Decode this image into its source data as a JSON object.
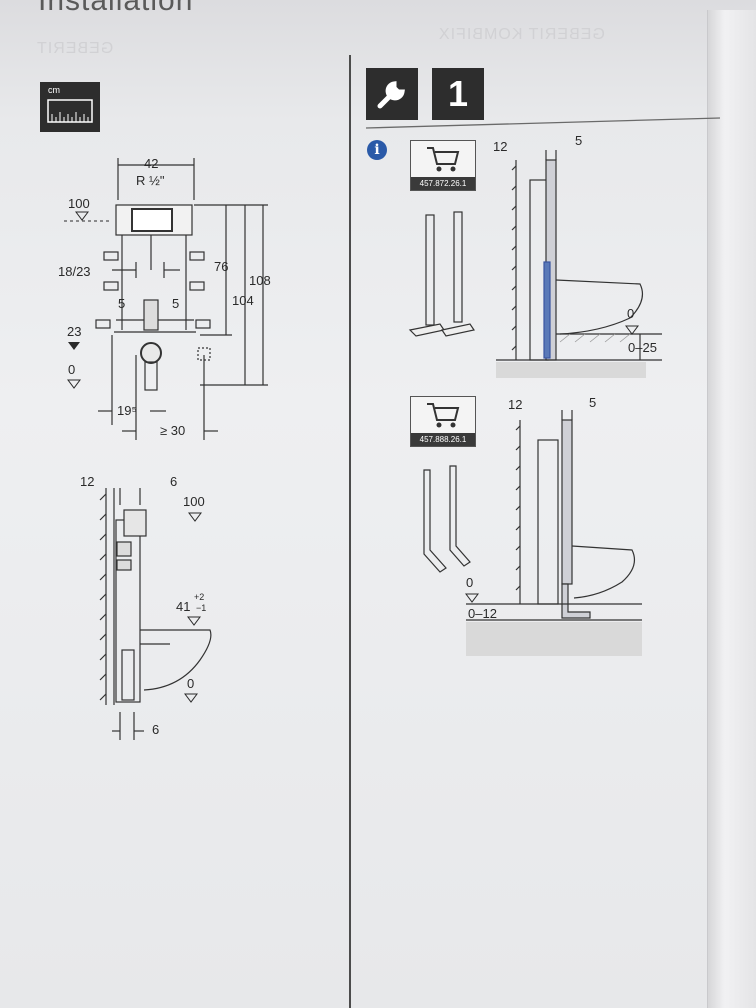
{
  "header": {
    "title": "Installation",
    "ghost_left": "GEBERIT",
    "ghost_right": "GEBERIT KOMBIFIX"
  },
  "units_icon": {
    "label": "cm",
    "icon": "ruler-icon"
  },
  "step": {
    "tool_icon": "wrench-icon",
    "number": "1"
  },
  "info_icon": "info-icon",
  "front_view": {
    "width": "42",
    "pipe": "R ½\"",
    "height_top": "100",
    "offset_side": "18/23",
    "h76": "76",
    "h104": "104",
    "h108": "108",
    "spacing_left": "5",
    "spacing_right": "5",
    "h23": "23",
    "h0": "0",
    "d19": "19⁵",
    "d30": "≥ 30"
  },
  "side_view": {
    "wall": "12",
    "gap_top": "6",
    "h100": "100",
    "h41": "41",
    "tol_plus": "+2",
    "tol_minus": "−1",
    "h0": "0",
    "gap_bottom": "6"
  },
  "variant_a": {
    "part_code": "457.872.26.1",
    "wall": "12",
    "gap": "5",
    "level": "0",
    "range": "0–25"
  },
  "variant_b": {
    "part_code": "457.888.26.1",
    "wall": "12",
    "gap": "5",
    "level": "0",
    "range": "0–12"
  }
}
